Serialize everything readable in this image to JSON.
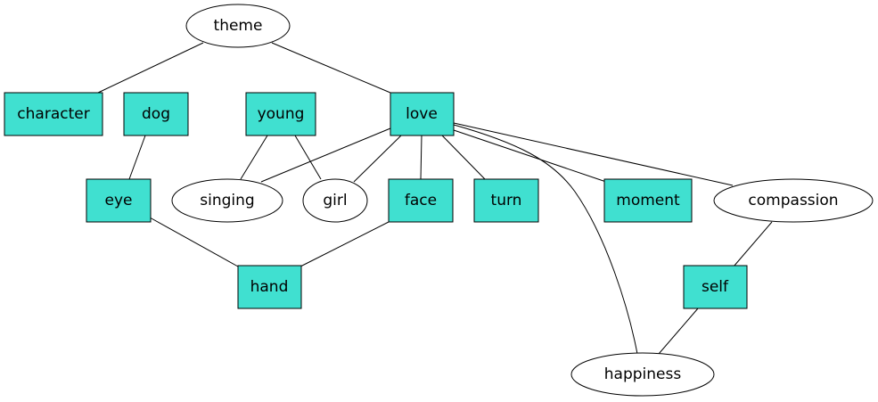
{
  "colors": {
    "box_fill": "#40e0d0",
    "ellipse_fill": "#ffffff",
    "stroke": "#000000"
  },
  "nodes": {
    "theme": {
      "label": "theme",
      "shape": "ellipse"
    },
    "character": {
      "label": "character",
      "shape": "box"
    },
    "dog": {
      "label": "dog",
      "shape": "box"
    },
    "young": {
      "label": "young",
      "shape": "box"
    },
    "love": {
      "label": "love",
      "shape": "box"
    },
    "eye": {
      "label": "eye",
      "shape": "box"
    },
    "singing": {
      "label": "singing",
      "shape": "ellipse"
    },
    "girl": {
      "label": "girl",
      "shape": "ellipse"
    },
    "face": {
      "label": "face",
      "shape": "box"
    },
    "turn": {
      "label": "turn",
      "shape": "box"
    },
    "moment": {
      "label": "moment",
      "shape": "box"
    },
    "compassion": {
      "label": "compassion",
      "shape": "ellipse"
    },
    "hand": {
      "label": "hand",
      "shape": "box"
    },
    "self": {
      "label": "self",
      "shape": "box"
    },
    "happiness": {
      "label": "happiness",
      "shape": "ellipse"
    }
  },
  "edges": [
    [
      "theme",
      "character"
    ],
    [
      "theme",
      "love"
    ],
    [
      "dog",
      "eye"
    ],
    [
      "young",
      "singing"
    ],
    [
      "young",
      "girl"
    ],
    [
      "love",
      "singing"
    ],
    [
      "love",
      "girl"
    ],
    [
      "love",
      "face"
    ],
    [
      "love",
      "turn"
    ],
    [
      "love",
      "moment"
    ],
    [
      "love",
      "compassion"
    ],
    [
      "love",
      "happiness"
    ],
    [
      "eye",
      "hand"
    ],
    [
      "face",
      "hand"
    ],
    [
      "compassion",
      "self"
    ],
    [
      "self",
      "happiness"
    ]
  ]
}
